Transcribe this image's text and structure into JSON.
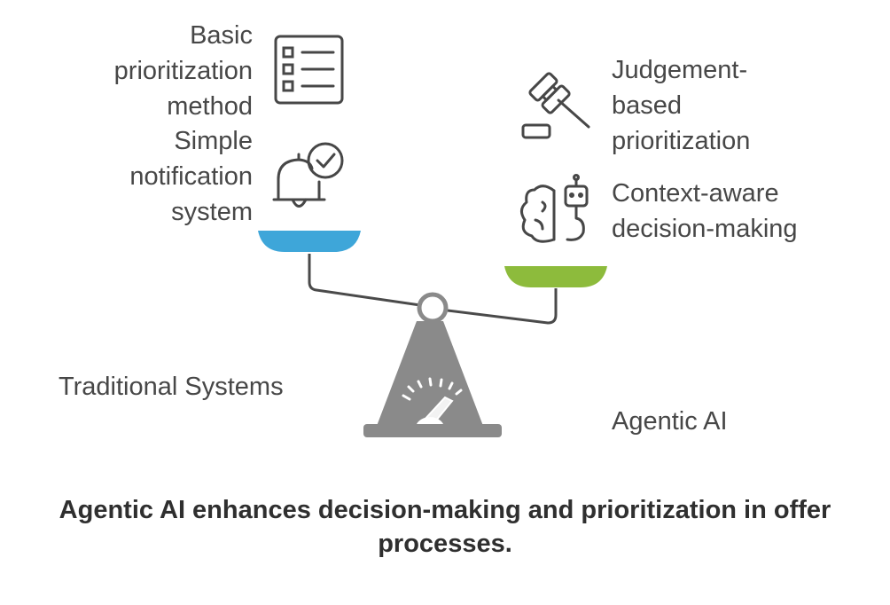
{
  "left": {
    "items": [
      {
        "icon": "checklist-icon",
        "lines": [
          "Basic",
          "prioritization",
          "method"
        ]
      },
      {
        "icon": "bell-check-icon",
        "lines": [
          "Simple",
          "notification",
          "system"
        ]
      }
    ],
    "label": "Traditional Systems",
    "pan_color": "#3ea6d9"
  },
  "right": {
    "items": [
      {
        "icon": "gavel-icon",
        "lines": [
          "Judgement-",
          "based",
          "prioritization"
        ]
      },
      {
        "icon": "brain-robot-icon",
        "lines": [
          "Context-aware",
          "decision-making"
        ]
      }
    ],
    "label": "Agentic AI",
    "pan_color": "#8dbb3c"
  },
  "caption": {
    "line1": "Agentic AI enhances decision-making and prioritization in offer",
    "line2": "processes."
  },
  "colors": {
    "text": "#474747",
    "stand": "#8a8a8a",
    "beam": "#4a4a4a"
  }
}
